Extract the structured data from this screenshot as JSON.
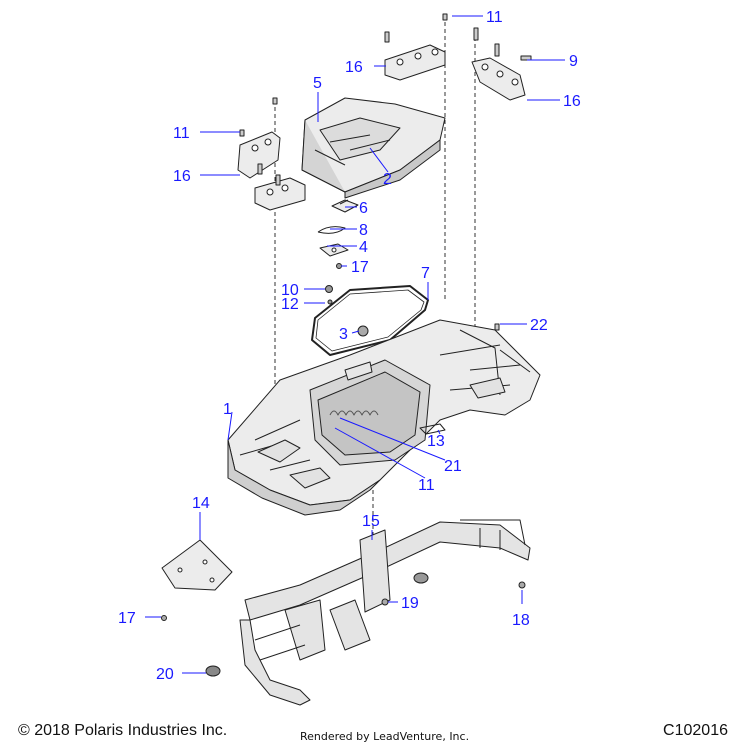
{
  "colors": {
    "callout": "#1a1aff",
    "line": "#1a1aff",
    "part_stroke": "#222222",
    "part_fill": "#ececec",
    "part_fill_dark": "#bcbcbc"
  },
  "footer": {
    "copyright": "© 2018 Polaris Industries Inc.",
    "rendered_by": "Rendered by LeadVenture, Inc.",
    "diagram_code": "C102016"
  },
  "callouts": [
    {
      "id": "c11a",
      "label": "11"
    },
    {
      "id": "c16a",
      "label": "16"
    },
    {
      "id": "c9",
      "label": "9"
    },
    {
      "id": "c16b",
      "label": "16"
    },
    {
      "id": "c5",
      "label": "5"
    },
    {
      "id": "c11b",
      "label": "11"
    },
    {
      "id": "c2",
      "label": "2"
    },
    {
      "id": "c16c",
      "label": "16"
    },
    {
      "id": "c6",
      "label": "6"
    },
    {
      "id": "c8",
      "label": "8"
    },
    {
      "id": "c4",
      "label": "4"
    },
    {
      "id": "c17a",
      "label": "17"
    },
    {
      "id": "c7",
      "label": "7"
    },
    {
      "id": "c10",
      "label": "10"
    },
    {
      "id": "c12",
      "label": "12"
    },
    {
      "id": "c22",
      "label": "22"
    },
    {
      "id": "c3",
      "label": "3"
    },
    {
      "id": "c1",
      "label": "1"
    },
    {
      "id": "c13",
      "label": "13"
    },
    {
      "id": "c21",
      "label": "21"
    },
    {
      "id": "c11c",
      "label": "11"
    },
    {
      "id": "c14",
      "label": "14"
    },
    {
      "id": "c15",
      "label": "15"
    },
    {
      "id": "c19",
      "label": "19"
    },
    {
      "id": "c17b",
      "label": "17"
    },
    {
      "id": "c18",
      "label": "18"
    },
    {
      "id": "c20",
      "label": "20"
    }
  ]
}
